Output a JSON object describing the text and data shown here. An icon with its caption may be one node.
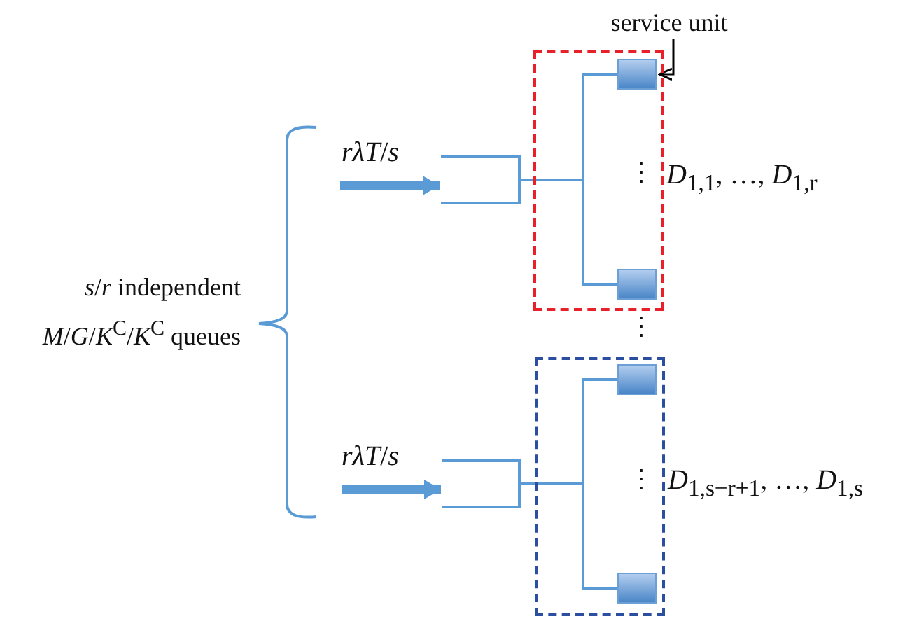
{
  "diagram": {
    "nodes": [
      {
        "text": [
          "service unit"
        ]
      },
      {
        "text": [],
        "shape": "box"
      },
      {
        "text": [],
        "shape": "box",
        "beside": [
          "*D*$_{1,1}$, …, *D*$_{1,r}$"
        ]
      },
      {
        "text": [],
        "shape": "box",
        "in": 2
      },
      {
        "text": [],
        "shape": "box",
        "in": 2
      },
      {
        "text": [],
        "shape": "box"
      },
      {
        "text": [],
        "shape": "box",
        "beside": [
          "*D*$_{1,s−r+1}$, …, *D*$_{1,s}$"
        ]
      },
      {
        "text": [],
        "shape": "box",
        "in": 6
      },
      {
        "text": [],
        "shape": "box",
        "in": 6
      }
    ],
    "edges": [
      {
        "from": 0,
        "to": 3,
        "arrow": "to",
        "color": "#000000"
      },
      {
        "from": null,
        "to": 1,
        "arrow": "to",
        "label": "*rλT*/*s*",
        "style": "thick"
      },
      {
        "from": 1,
        "to": 3,
        "arrow": "none"
      },
      {
        "from": 1,
        "to": 4,
        "arrow": "none"
      },
      {
        "from": null,
        "to": 5,
        "arrow": "to",
        "label": "*rλT*/*s*",
        "style": "thick"
      },
      {
        "from": 5,
        "to": 7,
        "arrow": "none"
      },
      {
        "from": 5,
        "to": 8,
        "arrow": "none"
      }
    ],
    "labels": [
      "⋮",
      "*s*/*r* independent *M*/*G*/*K*$^{C}$/*K*$^{C}$ queues",
      "⋮",
      "⋮"
    ]
  }
}
